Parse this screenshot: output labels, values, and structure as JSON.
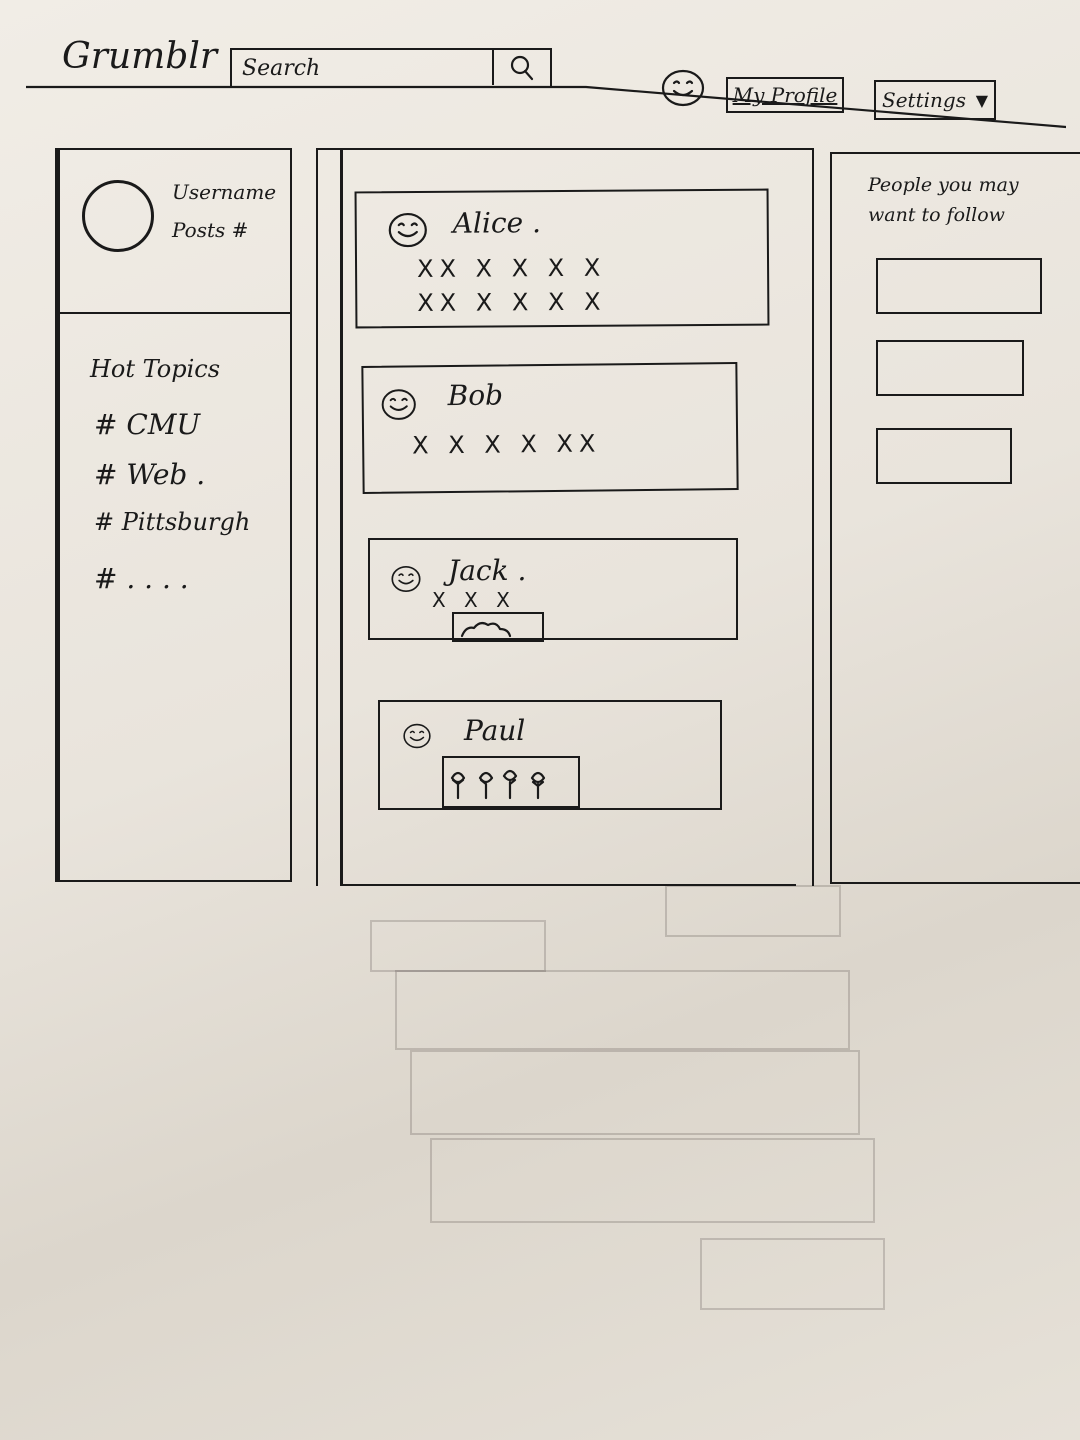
{
  "header": {
    "logo": "Grumblr",
    "search_placeholder": "Search",
    "profile_label": "My Profile",
    "settings_label": "Settings",
    "settings_caret": "▼"
  },
  "sidebar": {
    "username": "Username",
    "posts": "Posts #",
    "hot_topics_title": "Hot Topics",
    "topics": [
      "# CMU",
      "# Web .",
      "# Pittsburgh",
      "# . . . ."
    ]
  },
  "feed": {
    "posts": [
      {
        "author": "Alice .",
        "lines": [
          "XX X X X X",
          "XX X X X X"
        ]
      },
      {
        "author": "Bob",
        "lines": [
          "X X  X X XX"
        ]
      },
      {
        "author": "Jack .",
        "lines": [
          "X X X"
        ]
      },
      {
        "author": "Paul",
        "lines": []
      }
    ]
  },
  "suggestions": {
    "title": "People you may want to follow"
  },
  "colors": {
    "ink": "#1a1a1a",
    "paper": "#ece7df"
  },
  "icons": [
    "search-icon",
    "smiley-icon",
    "chevron-down-icon",
    "image-icon"
  ]
}
